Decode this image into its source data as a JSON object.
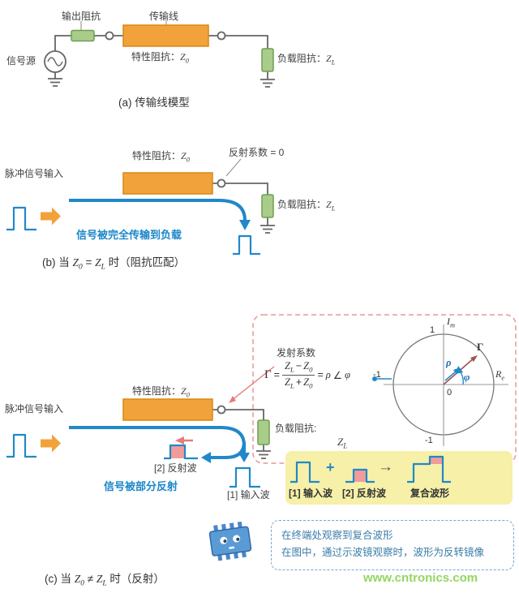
{
  "colors": {
    "orange": "#F2A23B",
    "orange_border": "#D68910",
    "green": "#A9CC8A",
    "green_border": "#6E9E50",
    "blue": "#2188C9",
    "red": "#E57B7B",
    "wire": "#666666",
    "yellow_bg": "#F6F0A8",
    "note_blue": "#6FA8DC",
    "watermark_green": "#95D563",
    "text": "#404040"
  },
  "watermark": "www.cntronics.com",
  "common": {
    "char_impedance": "特性阻抗：",
    "load_impedance": "负载阻抗：",
    "z": "Z",
    "sub_0": "0",
    "sub_l": "L",
    "pulse_input": "脉冲信号输入"
  },
  "section_a": {
    "output_impedance": "输出阻抗",
    "transmission_line": "传输线",
    "signal_source": "信号源",
    "caption": "(a) 传输线模型"
  },
  "section_b": {
    "reflection_zero": "反射系数 = 0",
    "message": "信号被完全传输到负载",
    "cap_pre": "(b) 当 ",
    "cap_mid": " = ",
    "cap_post": " 时（阻抗匹配）"
  },
  "section_c": {
    "emission_coeff": "发射系数",
    "load_label": "负载阻抗:",
    "reflected_wave": "[2] 反射波",
    "partial_msg": "信号被部分反射",
    "input_wave": "[1] 输入波",
    "plus": "+",
    "arrow": "→",
    "composite": "复合波形",
    "note_line1": "在终端处观察到复合波形",
    "note_line2": "在图中，通过示波镜观察时，波形为反转镜像",
    "cap_pre": "(c) 当 ",
    "cap_mid": " ≠ ",
    "cap_post": " 时（反射）"
  },
  "formula": {
    "gamma": "Γ",
    "eq": "=",
    "minus": "−",
    "plus": "+",
    "eq2": "=",
    "rho": "ρ",
    "angle": "∠",
    "phi": "φ"
  },
  "polar": {
    "im_main": "I",
    "im_sub": "m",
    "re_main": "R",
    "re_sub": "e",
    "one": "1",
    "minus_one": "-1",
    "zero": "0",
    "gamma": "Γ",
    "rho": "ρ",
    "phi": "φ"
  }
}
